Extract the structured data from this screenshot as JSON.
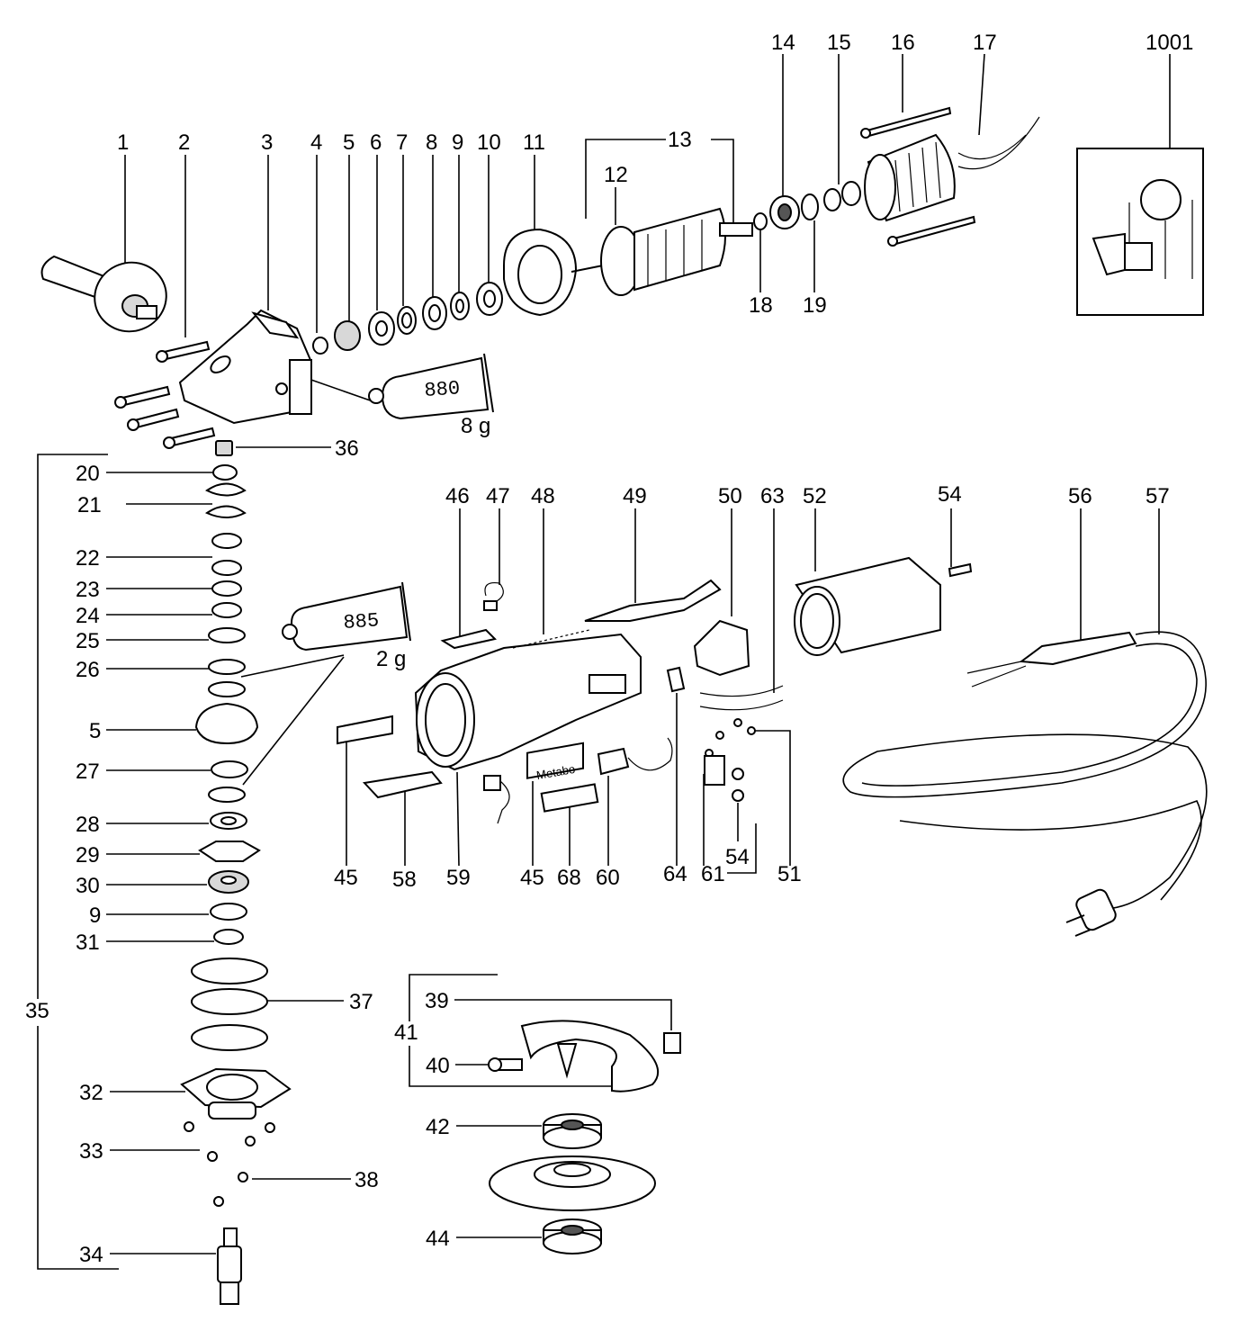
{
  "callouts": [
    {
      "id": "1",
      "text": "1"
    },
    {
      "id": "2",
      "text": "2"
    },
    {
      "id": "3",
      "text": "3"
    },
    {
      "id": "4",
      "text": "4"
    },
    {
      "id": "5",
      "text": "5"
    },
    {
      "id": "6",
      "text": "6"
    },
    {
      "id": "7",
      "text": "7"
    },
    {
      "id": "8",
      "text": "8"
    },
    {
      "id": "9",
      "text": "9"
    },
    {
      "id": "10",
      "text": "10"
    },
    {
      "id": "11",
      "text": "11"
    },
    {
      "id": "12",
      "text": "12"
    },
    {
      "id": "13",
      "text": "13"
    },
    {
      "id": "14",
      "text": "14"
    },
    {
      "id": "15",
      "text": "15"
    },
    {
      "id": "16",
      "text": "16"
    },
    {
      "id": "17",
      "text": "17"
    },
    {
      "id": "18",
      "text": "18"
    },
    {
      "id": "19",
      "text": "19"
    },
    {
      "id": "1001",
      "text": "1001"
    },
    {
      "id": "36",
      "text": "36"
    },
    {
      "id": "20",
      "text": "20"
    },
    {
      "id": "21",
      "text": "21"
    },
    {
      "id": "22",
      "text": "22"
    },
    {
      "id": "23",
      "text": "23"
    },
    {
      "id": "24",
      "text": "24"
    },
    {
      "id": "25",
      "text": "25"
    },
    {
      "id": "26",
      "text": "26"
    },
    {
      "id": "5b",
      "text": "5"
    },
    {
      "id": "27",
      "text": "27"
    },
    {
      "id": "28",
      "text": "28"
    },
    {
      "id": "29",
      "text": "29"
    },
    {
      "id": "30",
      "text": "30"
    },
    {
      "id": "9b",
      "text": "9"
    },
    {
      "id": "31",
      "text": "31"
    },
    {
      "id": "35",
      "text": "35"
    },
    {
      "id": "37",
      "text": "37"
    },
    {
      "id": "32",
      "text": "32"
    },
    {
      "id": "33",
      "text": "33"
    },
    {
      "id": "38",
      "text": "38"
    },
    {
      "id": "34",
      "text": "34"
    },
    {
      "id": "46",
      "text": "46"
    },
    {
      "id": "47",
      "text": "47"
    },
    {
      "id": "48",
      "text": "48"
    },
    {
      "id": "49",
      "text": "49"
    },
    {
      "id": "50",
      "text": "50"
    },
    {
      "id": "63",
      "text": "63"
    },
    {
      "id": "52",
      "text": "52"
    },
    {
      "id": "54",
      "text": "54"
    },
    {
      "id": "56",
      "text": "56"
    },
    {
      "id": "57",
      "text": "57"
    },
    {
      "id": "45",
      "text": "45"
    },
    {
      "id": "58",
      "text": "58"
    },
    {
      "id": "59",
      "text": "59"
    },
    {
      "id": "45b",
      "text": "45"
    },
    {
      "id": "68",
      "text": "68"
    },
    {
      "id": "60",
      "text": "60"
    },
    {
      "id": "64",
      "text": "64"
    },
    {
      "id": "61",
      "text": "61"
    },
    {
      "id": "54b",
      "text": "54"
    },
    {
      "id": "51",
      "text": "51"
    },
    {
      "id": "39",
      "text": "39"
    },
    {
      "id": "41",
      "text": "41"
    },
    {
      "id": "40",
      "text": "40"
    },
    {
      "id": "42",
      "text": "42"
    },
    {
      "id": "44",
      "text": "44"
    }
  ],
  "grease_tubes": [
    {
      "code": "880",
      "weight": "8 g"
    },
    {
      "code": "885",
      "weight": "2 g"
    }
  ],
  "logo_text": "Metabo"
}
